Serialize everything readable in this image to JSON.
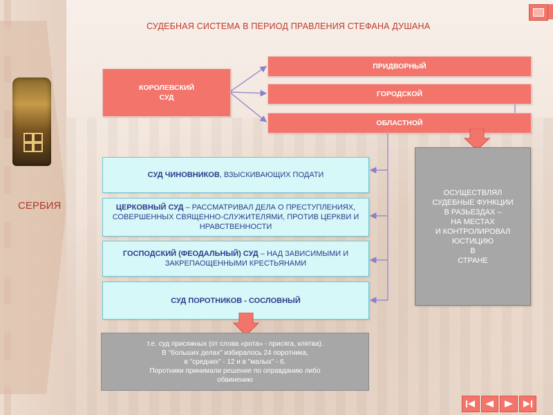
{
  "title": "СУДЕБНАЯ СИСТЕМА В ПЕРИОД ПРАВЛЕНИЯ СТЕФАНА ДУШАНА",
  "side_label": "СЕРБИЯ",
  "royal_court": {
    "line1": "КОРОЛЕВСКИЙ",
    "line2": "СУД"
  },
  "branches": [
    "ПРИДВОРНЫЙ",
    "ГОРОДСКОЙ",
    "ОБЛАСТНОЙ"
  ],
  "courts": [
    {
      "strong": "СУД ЧИНОВНИКОВ",
      "text": ", ВЗЫСКИВАЮЩИХ ПОДАТИ"
    },
    {
      "strong": "ЦЕРКОВНЫЙ СУД",
      "text": " – РАССМАТРИВАЛ ДЕЛА О ПРЕСТУПЛЕНИЯХ, СОВЕРШЕННЫХ СВЯЩЕННО-СЛУЖИТЕЛЯМИ,  ПРОТИВ ЦЕРКВИ И НРАВСТВЕННОСТИ"
    },
    {
      "strong": "ГОСПОДСКИЙ (ФЕОДАЛЬНЫЙ) СУД",
      "text": " – НАД ЗАВИСИМЫМИ И ЗАКРЕПАОЩЕННЫМИ КРЕСТЬЯНАМИ"
    },
    {
      "strong": "СУД ПОРОТНИКОВ - СОСЛОВНЫЙ",
      "text": ""
    }
  ],
  "regional_function": "ОСУЩЕСТВЛЯЛ\nСУДЕБНЫЕ ФУНКЦИИ\nВ РАЗЬЕЗДАХ –\nНА МЕСТАХ\nИ КОНТРОЛИРОВАЛ\nЮСТИЦИЮ\nВ\nСТРАНЕ",
  "jury_note": "т.е. суд присяжных (от слова «рота» - присяга, клятва).\nВ \"больших делах\" избиралось 24 поротника,\nв \"средних\" - 12 и в \"малых\" - 6.\nПоротники принимали решение по оправданию либо\nобвинению",
  "icons": {
    "home": "home-icon",
    "first": "first-icon",
    "prev": "prev-icon",
    "next": "next-icon",
    "last": "last-icon"
  },
  "colors": {
    "accent": "#f2746a",
    "title": "#c0392b",
    "cyan": "#d7f8f9",
    "gray": "#a7a7a7",
    "link_line": "#8b7fc9"
  }
}
